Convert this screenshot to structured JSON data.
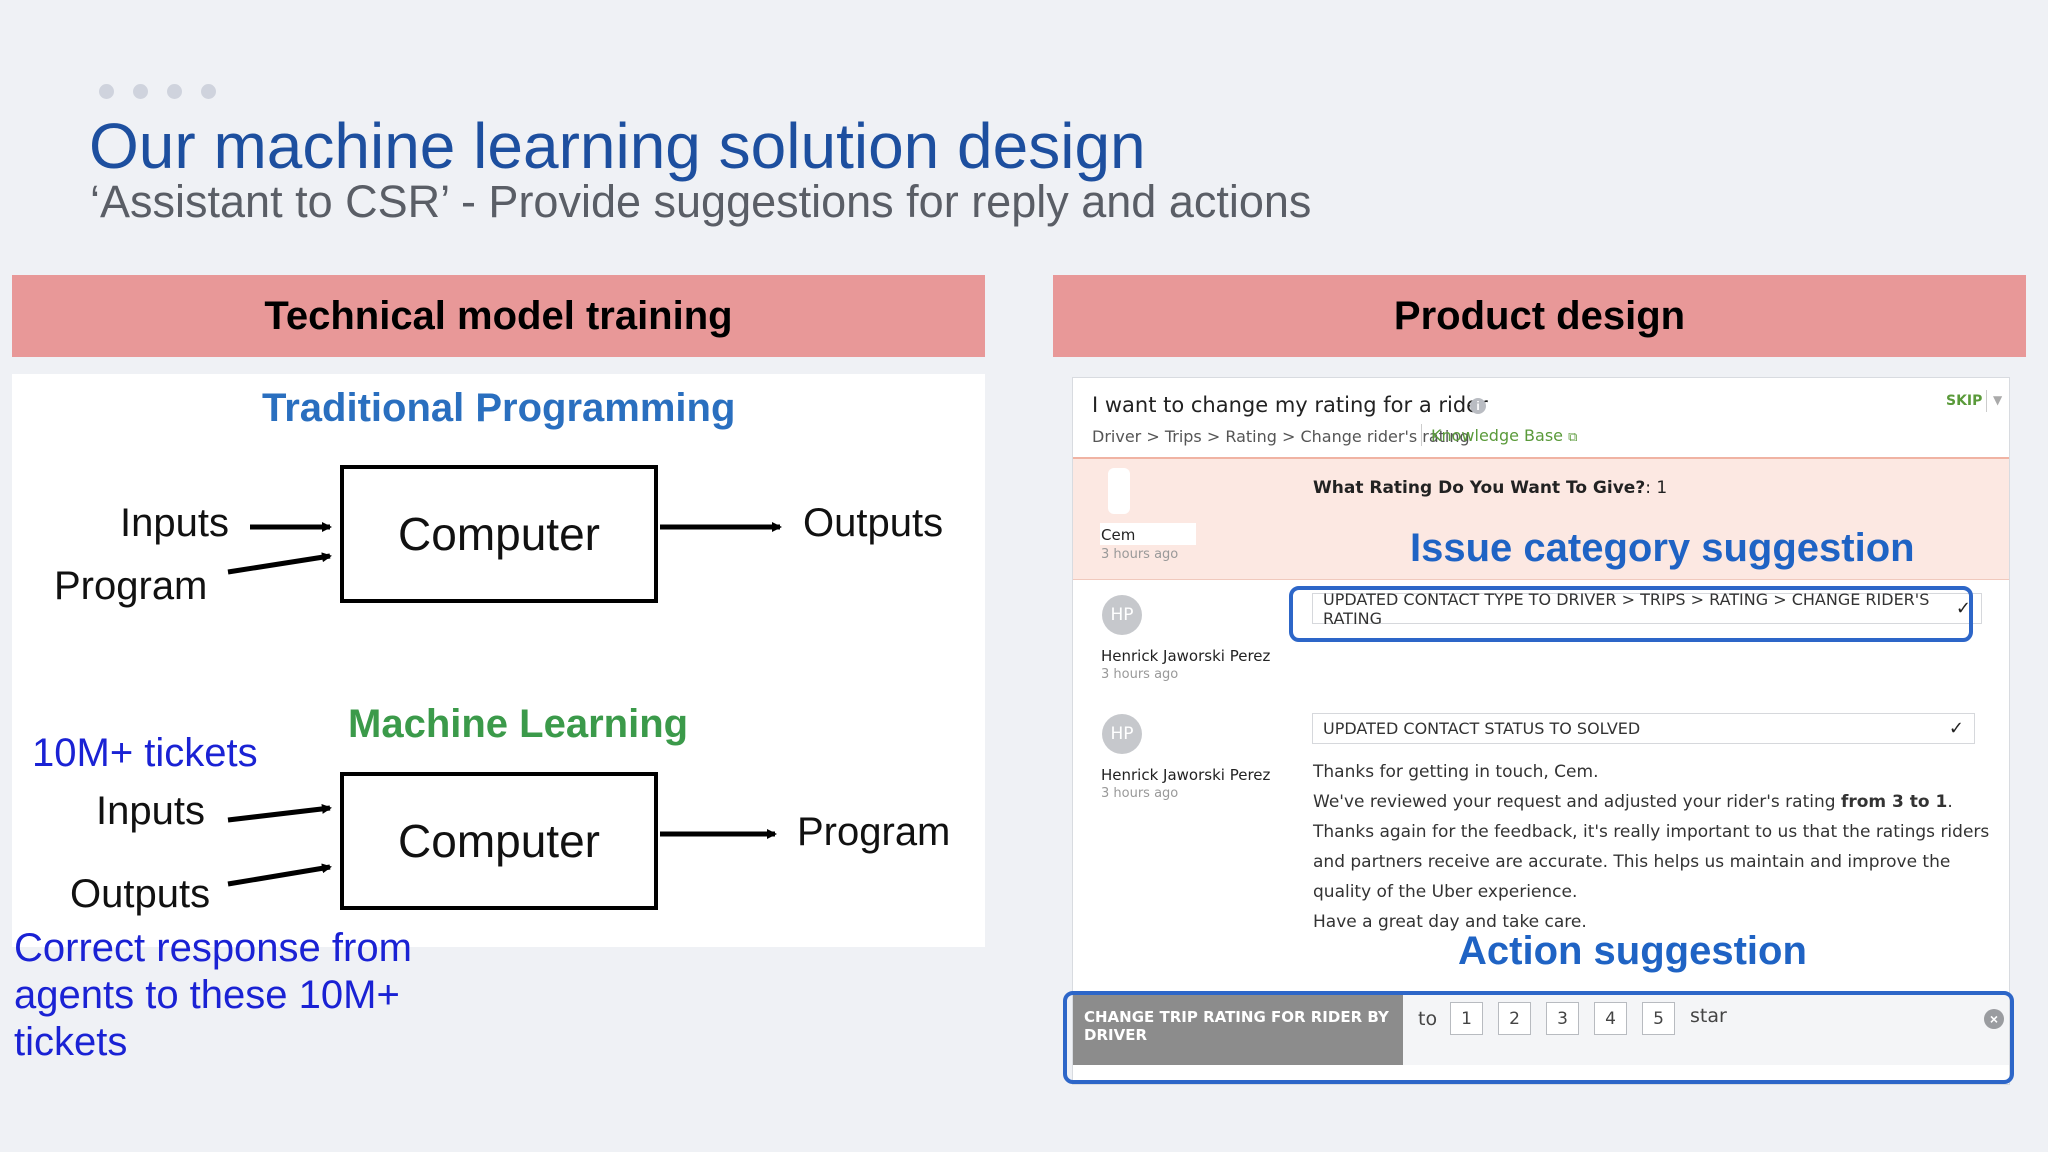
{
  "slide": {
    "title": "Our machine learning solution design",
    "subtitle": "‘Assistant to CSR’ - Provide suggestions for reply and actions",
    "colors": {
      "title": "#1d4f9f",
      "section_header_bg": "#e89898",
      "callout": "#1f63c4",
      "note": "#1a22d4"
    }
  },
  "left_panel": {
    "header": "Technical model training",
    "traditional": {
      "title": "Traditional Programming",
      "inputs": [
        "Inputs",
        "Program"
      ],
      "box": "Computer",
      "output": "Outputs"
    },
    "ml": {
      "title": "Machine Learning",
      "inputs": [
        "Inputs",
        "Outputs"
      ],
      "box": "Computer",
      "output": "Program"
    },
    "note_tickets": "10M+ tickets",
    "note_correct_lines": [
      "Correct response from",
      "agents to these 10M+",
      "tickets"
    ]
  },
  "right_panel": {
    "header": "Product design",
    "ticket": {
      "question": "I want to change my rating for a rider",
      "info_icon": "info-icon",
      "breadcrumb": "Driver > Trips > Rating > Change rider's rating",
      "kb_link": "Knowledge Base",
      "skip": "SKIP"
    },
    "message1": {
      "author": "Cem",
      "time": "3 hours ago",
      "question_label": "What Rating Do You Want To Give?",
      "answer": ": 1"
    },
    "issue_callout": "Issue category suggestion",
    "message2": {
      "avatar": "HP",
      "author": "Henrick Jaworski Perez",
      "time": "3 hours ago",
      "update": "UPDATED CONTACT TYPE TO DRIVER > TRIPS > RATING > CHANGE RIDER'S RATING"
    },
    "message3": {
      "avatar": "HP",
      "author": "Henrick Jaworski Perez",
      "time": "3 hours ago",
      "update": "UPDATED CONTACT STATUS TO SOLVED",
      "reply_lines": [
        "Thanks for getting in touch, Cem.",
        "We've reviewed your request and adjusted your rider's rating",
        "Thanks again for the feedback, it's really important to us that the ratings riders",
        "and partners receive are accurate. This helps us maintain and improve the",
        "quality of the Uber experience.",
        "Have a great day and take care."
      ],
      "reply_bold": "from 3 to 1",
      "reply_bold_suffix": "."
    },
    "action_callout": "Action suggestion",
    "action": {
      "label_lines": [
        "CHANGE TRIP RATING FOR RIDER BY",
        "DRIVER"
      ],
      "to": "to",
      "stars": [
        "1",
        "2",
        "3",
        "4",
        "5"
      ],
      "star_label": "star",
      "close_icon": "close-circle-icon"
    }
  }
}
